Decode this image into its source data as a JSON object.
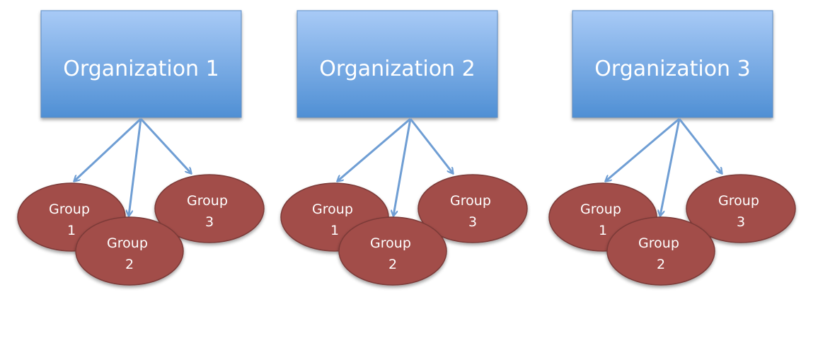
{
  "colors": {
    "org_fill_top": "#a8caf6",
    "org_fill_bottom": "#4f8fd4",
    "org_border": "#5b8cc4",
    "group_fill": "#a24d4a",
    "group_border": "#7c3a38",
    "connector": "#6f9ed4",
    "text": "#ffffff"
  },
  "organizations": [
    {
      "label": "Organization 1",
      "groups": [
        {
          "word": "Group",
          "number": "1"
        },
        {
          "word": "Group",
          "number": "2"
        },
        {
          "word": "Group",
          "number": "3"
        }
      ]
    },
    {
      "label": "Organization 2",
      "groups": [
        {
          "word": "Group",
          "number": "1"
        },
        {
          "word": "Group",
          "number": "2"
        },
        {
          "word": "Group",
          "number": "3"
        }
      ]
    },
    {
      "label": "Organization 3",
      "groups": [
        {
          "word": "Group",
          "number": "1"
        },
        {
          "word": "Group",
          "number": "2"
        },
        {
          "word": "Group",
          "number": "3"
        }
      ]
    }
  ]
}
